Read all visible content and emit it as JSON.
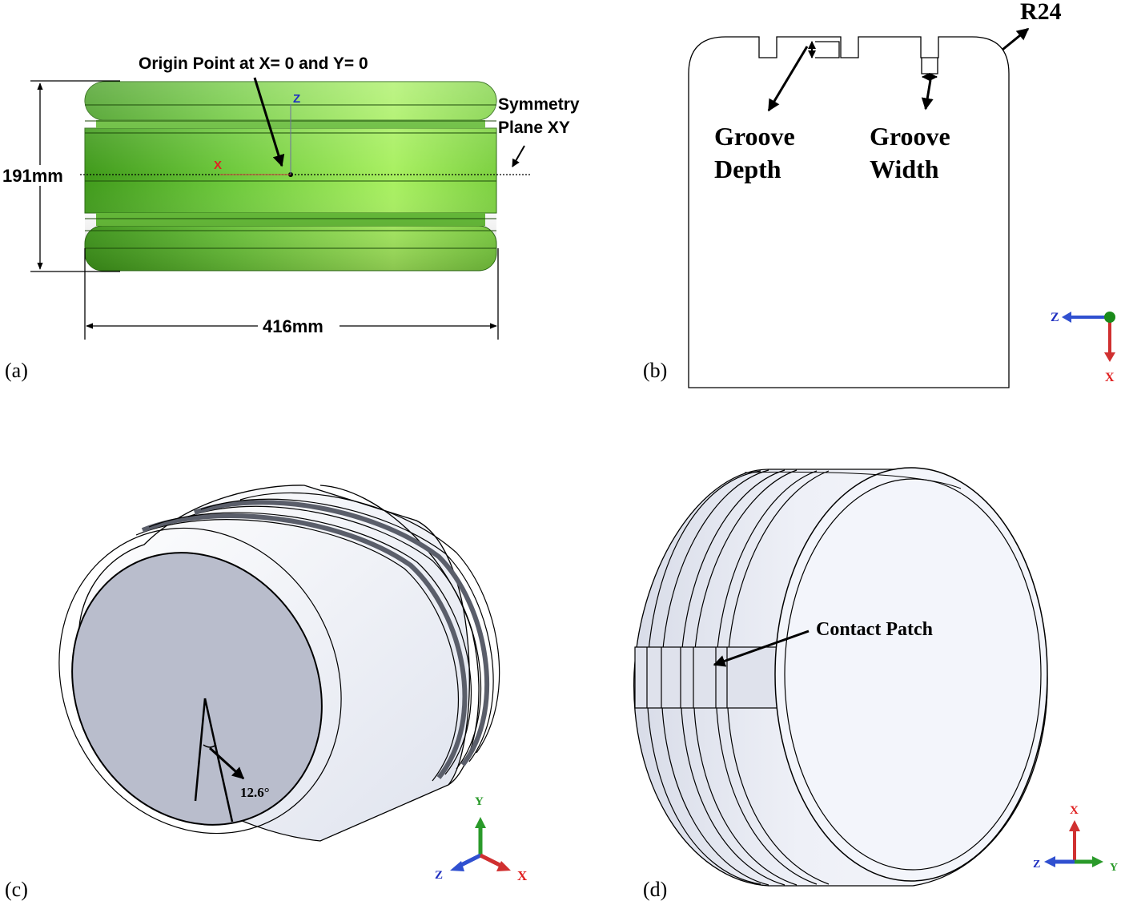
{
  "panels": {
    "a": {
      "label": "(a)",
      "origin_text": "Origin Point at X= 0 and Y= 0",
      "symmetry_line1": "Symmetry",
      "symmetry_line2": "Plane XY",
      "height_dim": "191mm",
      "width_dim": "416mm",
      "axis_z": "Z",
      "axis_x": "X",
      "colors": {
        "tire_light": "#a8f060",
        "tire_dark": "#3f9a1a",
        "axis_x": "#e02020",
        "axis_z": "#2030c0"
      }
    },
    "b": {
      "label": "(b)",
      "radius_label": "R24",
      "groove_depth_line1": "Groove",
      "groove_depth_line2": "Depth",
      "groove_width_line1": "Groove",
      "groove_width_line2": "Width",
      "triad": {
        "z": "Z",
        "x": "X"
      }
    },
    "c": {
      "label": "(c)",
      "angle_label": "12.6°",
      "triad": {
        "y": "Y",
        "z": "Z",
        "x": "X"
      },
      "colors": {
        "face": "#b9bdcc",
        "body": "#f2f4f9"
      }
    },
    "d": {
      "label": "(d)",
      "contact_patch": "Contact Patch",
      "triad": {
        "x": "X",
        "z": "Z",
        "y": "Y"
      },
      "colors": {
        "face": "#f3f5fb",
        "body": "#e6e9f2"
      }
    }
  }
}
